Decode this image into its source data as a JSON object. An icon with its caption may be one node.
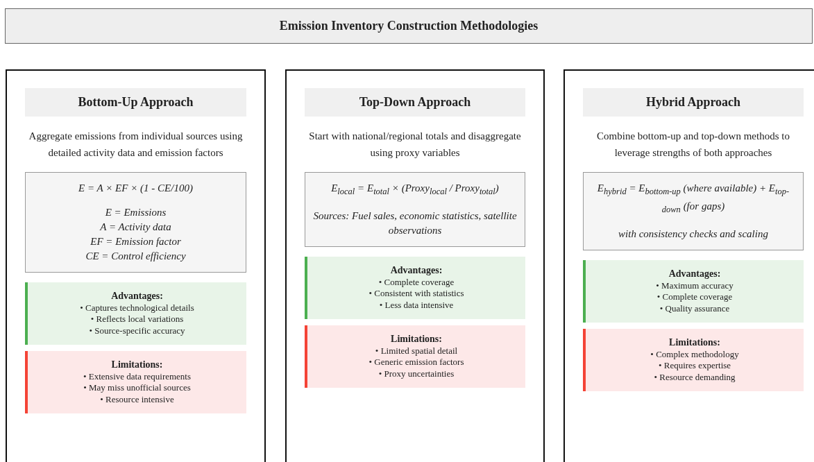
{
  "diagram": {
    "title": "Emission Inventory Construction Methodologies",
    "nodes": [
      {
        "text": [
          "Bottom-Up Approach",
          "Aggregate emissions from individual sources using detailed activity data and emission factors"
        ]
      },
      {
        "text": [
          "E = A × EF × (1 - CE/100)",
          "E = Emissions",
          "A = Activity data",
          "EF = Emission factor",
          "CE = Control efficiency"
        ],
        "in": 0
      },
      {
        "text": [
          "Advantages:",
          "• Captures technological details",
          "• Reflects local variations",
          "• Source-specific accuracy"
        ],
        "in": 0
      },
      {
        "text": [
          "Limitations:",
          "• Extensive data requirements",
          "• May miss unofficial sources",
          "• Resource intensive"
        ],
        "in": 0
      },
      {
        "text": [
          "Top-Down Approach",
          "Start with national/regional totals and disaggregate using proxy variables"
        ]
      },
      {
        "text": [
          "E$_{local}$ = E$_{total}$ × (Proxy$_{local}$ / Proxy$_{total}$)",
          "Sources: Fuel sales, economic statistics, satellite observations"
        ],
        "in": 4
      },
      {
        "text": [
          "Advantages:",
          "• Complete coverage",
          "• Consistent with statistics",
          "• Less data intensive"
        ],
        "in": 4
      },
      {
        "text": [
          "Limitations:",
          "• Limited spatial detail",
          "• Generic emission factors",
          "• Proxy uncertainties"
        ],
        "in": 4
      },
      {
        "text": [
          "Hybrid Approach",
          "Combine bottom-up and top-down methods to leverage strengths of both approaches"
        ]
      },
      {
        "text": [
          "E$_{hybrid}$ = E$_{bottom-up}$ (where available) + E$_{top-down}$ (for gaps)",
          "with consistency checks and scaling"
        ],
        "in": 8
      },
      {
        "text": [
          "Advantages:",
          "• Maximum accuracy",
          "• Complete coverage",
          "• Quality assurance"
        ],
        "in": 8
      },
      {
        "text": [
          "Limitations:",
          "• Complex methodology",
          "• Requires expertise",
          "• Resource demanding"
        ],
        "in": 8
      }
    ],
    "edges": []
  }
}
